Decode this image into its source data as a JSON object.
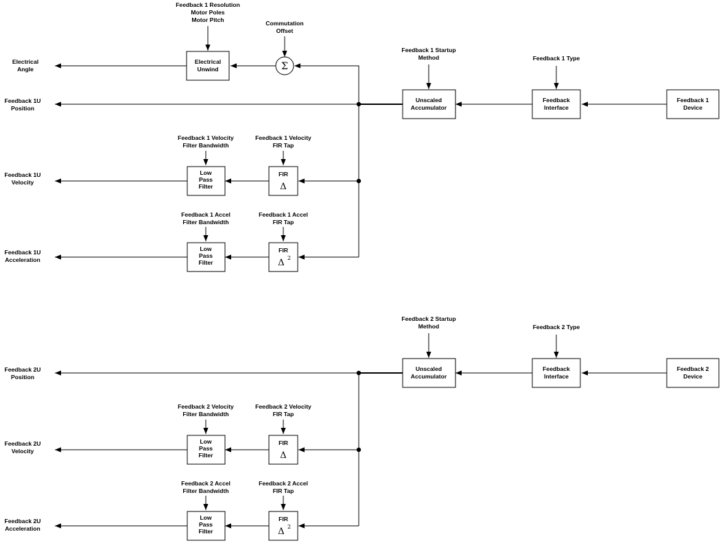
{
  "colors": {
    "background": "#ffffff",
    "ink": "#000000"
  },
  "fb1": {
    "top_params": [
      "Feedback 1 Resolution",
      "Motor Poles",
      "Motor Pitch"
    ],
    "commutation": [
      "Commutation",
      "Offset"
    ],
    "sum_symbol": "Σ",
    "electrical_unwind": [
      "Electrical",
      "Unwind"
    ],
    "electrical_angle": [
      "Electrical",
      "Angle"
    ],
    "startup": [
      "Feedback 1 Startup",
      "Method"
    ],
    "type": [
      "Feedback 1 Type"
    ],
    "accumulator": [
      "Unscaled",
      "Accumulator"
    ],
    "interface": [
      "Feedback",
      "Interface"
    ],
    "device": [
      "Feedback 1",
      "Device"
    ],
    "position": [
      "Feedback 1U",
      "Position"
    ],
    "vel_bw": [
      "Feedback 1 Velocity",
      "Filter Bandwidth"
    ],
    "vel_fir": [
      "Feedback 1 Velocity",
      "FIR Tap"
    ],
    "velocity": [
      "Feedback 1U",
      "Velocity"
    ],
    "acc_bw": [
      "Feedback 1 Accel",
      "Filter Bandwidth"
    ],
    "acc_fir": [
      "Feedback 1 Accel",
      "FIR Tap"
    ],
    "acceleration": [
      "Feedback 1U",
      "Acceleration"
    ]
  },
  "fb2": {
    "startup": [
      "Feedback 2 Startup",
      "Method"
    ],
    "type": [
      "Feedback 2 Type"
    ],
    "accumulator": [
      "Unscaled",
      "Accumulator"
    ],
    "interface": [
      "Feedback",
      "Interface"
    ],
    "device": [
      "Feedback 2",
      "Device"
    ],
    "position": [
      "Feedback 2U",
      "Position"
    ],
    "vel_bw": [
      "Feedback 2 Velocity",
      "Filter Bandwidth"
    ],
    "vel_fir": [
      "Feedback 2 Velocity",
      "FIR Tap"
    ],
    "velocity": [
      "Feedback 2U",
      "Velocity"
    ],
    "acc_bw": [
      "Feedback 2 Accel",
      "Filter Bandwidth"
    ],
    "acc_fir": [
      "Feedback 2 Accel",
      "FIR Tap"
    ],
    "acceleration": [
      "Feedback 2U",
      "Acceleration"
    ]
  },
  "common": {
    "lpf": [
      "Low",
      "Pass",
      "Filter"
    ],
    "fir": "FIR",
    "delta": "Δ",
    "squared": "2"
  }
}
